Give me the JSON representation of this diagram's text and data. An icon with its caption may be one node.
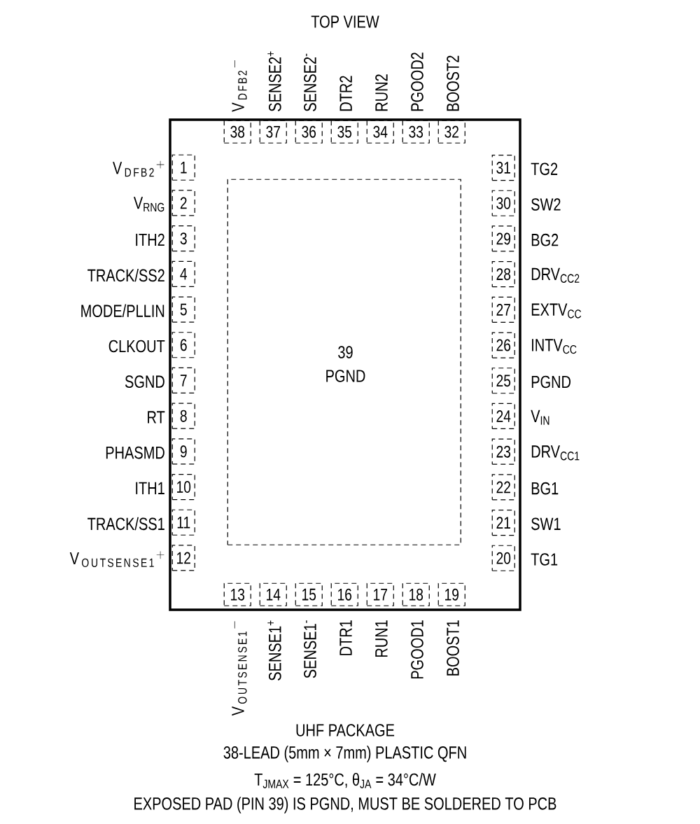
{
  "diagram": {
    "title": "TOP VIEW",
    "nodes": [
      {
        "text": [],
        "shape": "box"
      },
      {
        "text": [
          "1"
        ],
        "in": 0,
        "beside": [
          "\\mathrm{V}_{\\mathrm{DFB2}}{}^{+}"
        ]
      },
      {
        "text": [
          "2"
        ],
        "in": 0,
        "beside": [
          "V$_{RNG}$"
        ]
      },
      {
        "text": [
          "3"
        ],
        "in": 0,
        "beside": [
          "ITH2"
        ]
      },
      {
        "text": [
          "4"
        ],
        "in": 0,
        "beside": [
          "TRACK/SS2"
        ]
      },
      {
        "text": [
          "5"
        ],
        "in": 0,
        "beside": [
          "MODE/PLLIN"
        ]
      },
      {
        "text": [
          "6"
        ],
        "in": 0,
        "beside": [
          "CLKOUT"
        ]
      },
      {
        "text": [
          "7"
        ],
        "in": 0,
        "beside": [
          "SGND"
        ]
      },
      {
        "text": [
          "8"
        ],
        "in": 0,
        "beside": [
          "RT"
        ]
      },
      {
        "text": [
          "9"
        ],
        "in": 0,
        "beside": [
          "PHASMD"
        ]
      },
      {
        "text": [
          "10"
        ],
        "in": 0,
        "beside": [
          "ITH1"
        ]
      },
      {
        "text": [
          "11"
        ],
        "in": 0,
        "beside": [
          "TRACK/SS1"
        ]
      },
      {
        "text": [
          "12"
        ],
        "in": 0,
        "beside": [
          "\\mathrm{V}_{\\mathrm{OUTSENSE1}}{}^{+}"
        ]
      },
      {
        "text": [
          "13"
        ],
        "in": 0,
        "beside": [
          "\\mathrm{V}_{\\mathrm{OUTSENSE1}}{}^{-}"
        ]
      },
      {
        "text": [
          "14"
        ],
        "in": 0,
        "beside": [
          "SENSE1$^{+}$"
        ]
      },
      {
        "text": [
          "15"
        ],
        "in": 0,
        "beside": [
          "SENSE1$^{-}$"
        ]
      },
      {
        "text": [
          "16"
        ],
        "in": 0,
        "beside": [
          "DTR1"
        ]
      },
      {
        "text": [
          "17"
        ],
        "in": 0,
        "beside": [
          "RUN1"
        ]
      },
      {
        "text": [
          "18"
        ],
        "in": 0,
        "beside": [
          "PGOOD1"
        ]
      },
      {
        "text": [
          "19"
        ],
        "in": 0,
        "beside": [
          "BOOST1"
        ]
      },
      {
        "text": [
          "20"
        ],
        "in": 0,
        "beside": [
          "TG1"
        ]
      },
      {
        "text": [
          "21"
        ],
        "in": 0,
        "beside": [
          "SW1"
        ]
      },
      {
        "text": [
          "22"
        ],
        "in": 0,
        "beside": [
          "BG1"
        ]
      },
      {
        "text": [
          "23"
        ],
        "in": 0,
        "beside": [
          "DRV$_{CC1}$"
        ]
      },
      {
        "text": [
          "24"
        ],
        "in": 0,
        "beside": [
          "V$_{IN}$"
        ]
      },
      {
        "text": [
          "25"
        ],
        "in": 0,
        "beside": [
          "PGND"
        ]
      },
      {
        "text": [
          "26"
        ],
        "in": 0,
        "beside": [
          "INTV$_{CC}$"
        ]
      },
      {
        "text": [
          "27"
        ],
        "in": 0,
        "beside": [
          "EXTV$_{CC}$"
        ]
      },
      {
        "text": [
          "28"
        ],
        "in": 0,
        "beside": [
          "DRV$_{CC2}$"
        ]
      },
      {
        "text": [
          "29"
        ],
        "in": 0,
        "beside": [
          "BG2"
        ]
      },
      {
        "text": [
          "30"
        ],
        "in": 0,
        "beside": [
          "SW2"
        ]
      },
      {
        "text": [
          "31"
        ],
        "in": 0,
        "beside": [
          "TG2"
        ]
      },
      {
        "text": [
          "32"
        ],
        "in": 0,
        "beside": [
          "BOOST2"
        ]
      },
      {
        "text": [
          "33"
        ],
        "in": 0,
        "beside": [
          "PGOOD2"
        ]
      },
      {
        "text": [
          "34"
        ],
        "in": 0,
        "beside": [
          "RUN2"
        ]
      },
      {
        "text": [
          "35"
        ],
        "in": 0,
        "beside": [
          "DTR2"
        ]
      },
      {
        "text": [
          "36"
        ],
        "in": 0,
        "beside": [
          "SENSE2$^{-}$"
        ]
      },
      {
        "text": [
          "37"
        ],
        "in": 0,
        "beside": [
          "SENSE2$^{+}$"
        ]
      },
      {
        "text": [
          "38"
        ],
        "in": 0,
        "beside": [
          "\\mathrm{V}_{\\mathrm{DFB2}}{}^{-}"
        ]
      },
      {
        "text": [
          "39",
          "PGND"
        ],
        "in": 0
      }
    ],
    "labels": [
      "UHF PACKAGE",
      "38-LEAD (5mm × 7mm) PLASTIC QFN",
      "T$_{JMAX}$ = 125°C, θ$_{JA}$ = 34°C/W",
      "EXPOSED PAD (PIN 39) IS PGND, MUST BE SOLDERED TO PCB"
    ]
  }
}
